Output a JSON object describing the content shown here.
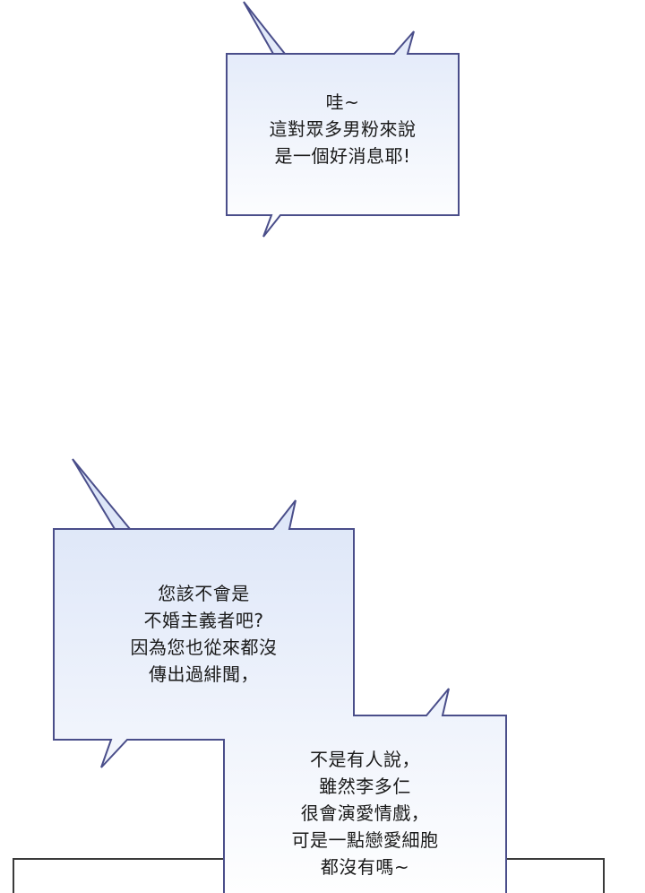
{
  "bubbles": [
    {
      "lines": [
        "哇~",
        "這對眾多男粉來說",
        "是一個好消息耶!"
      ]
    },
    {
      "lines": [
        "您該不會是",
        "不婚主義者吧?",
        "因為您也從來都沒",
        "傳出過緋聞，"
      ]
    },
    {
      "lines": [
        "不是有人說，",
        "雖然李多仁",
        "很會演愛情戲，",
        "可是一點戀愛細胞",
        "都沒有嗎~"
      ]
    }
  ],
  "colors": {
    "bubble_outline": "#4a4e8a",
    "bubble_fill_top": "#dde6f8",
    "bubble_fill_bottom": "#ffffff",
    "panel_border": "#3a3a3a",
    "text": "#1a1a1a"
  }
}
